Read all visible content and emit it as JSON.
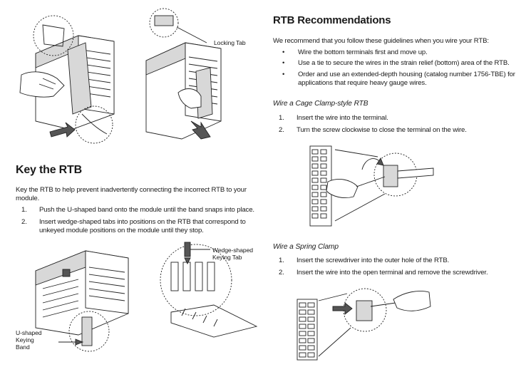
{
  "rtb_recommendations": {
    "heading": "RTB Recommendations",
    "intro": "We recommend that you follow these guidelines when you wire your RTB:",
    "bullets": [
      "Wire the bottom terminals first and move up.",
      "Use a tie to secure the wires in the strain relief (bottom) area of the RTB.",
      "Order and use an extended-depth housing (catalog number 1756-TBE) for applications that require heavy gauge wires."
    ]
  },
  "cage_clamp": {
    "heading": "Wire a Cage Clamp-style RTB",
    "steps": [
      {
        "num": "1.",
        "text": "Insert the wire into the terminal."
      },
      {
        "num": "2.",
        "text": "Turn the screw clockwise to close the terminal on the wire."
      }
    ]
  },
  "spring_clamp": {
    "heading": "Wire a Spring Clamp",
    "steps": [
      {
        "num": "1.",
        "text": "Insert the screwdriver into the outer hole of the RTB."
      },
      {
        "num": "2.",
        "text": "Insert the wire into the open terminal and remove the screwdriver."
      }
    ]
  },
  "key_rtb": {
    "heading": "Key the RTB",
    "intro": "Key the RTB to help prevent inadvertently connecting the incorrect RTB to your module.",
    "steps": [
      {
        "num": "1.",
        "text": "Push the U-shaped band onto the module until the band snaps into place."
      },
      {
        "num": "2.",
        "text": "Insert wedge-shaped tabs into positions on the RTB that correspond to unkeyed module positions on the module until they stop."
      }
    ]
  },
  "callouts": {
    "locking_tab": "Locking Tab",
    "wedge_tab_line1": "Wedge-shaped",
    "wedge_tab_line2": "Keying Tab",
    "u_band_line1": "U-shaped",
    "u_band_line2": "Keying",
    "u_band_line3": "Band"
  }
}
